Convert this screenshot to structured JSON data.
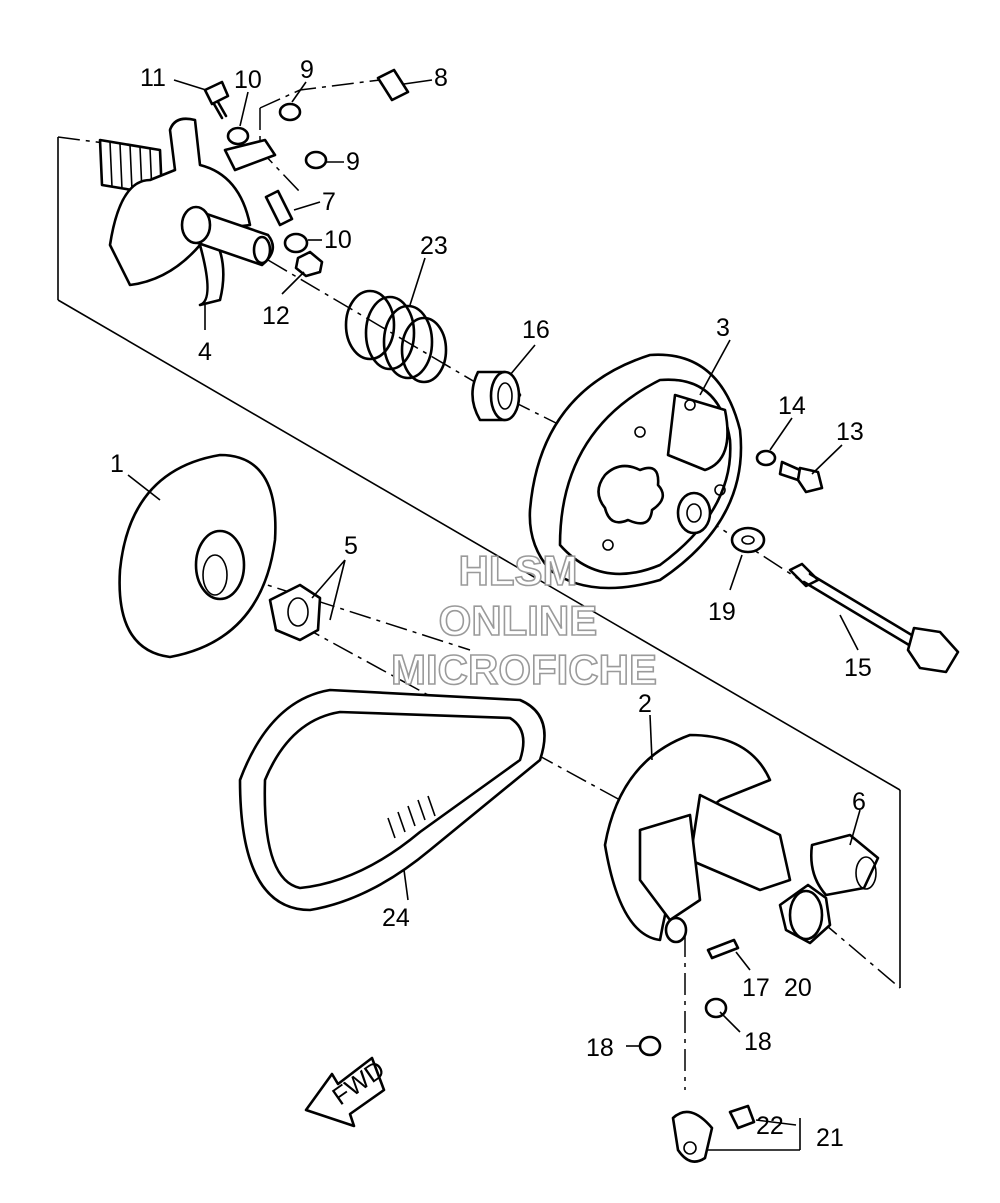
{
  "watermark": {
    "line1": "HLSM",
    "line2": "ONLINE",
    "line3": "MICROFICHE"
  },
  "fwd_label": "FWD",
  "callouts": {
    "c1": "1",
    "c2": "2",
    "c3": "3",
    "c4": "4",
    "c5": "5",
    "c6": "6",
    "c7": "7",
    "c8": "8",
    "c9a": "9",
    "c9b": "9",
    "c10a": "10",
    "c10b": "10",
    "c11": "11",
    "c12": "12",
    "c13": "13",
    "c14": "14",
    "c15": "15",
    "c16": "16",
    "c17": "17",
    "c18a": "18",
    "c18b": "18",
    "c19": "19",
    "c20": "20",
    "c21": "21",
    "c22": "22",
    "c23": "23",
    "c24": "24"
  }
}
